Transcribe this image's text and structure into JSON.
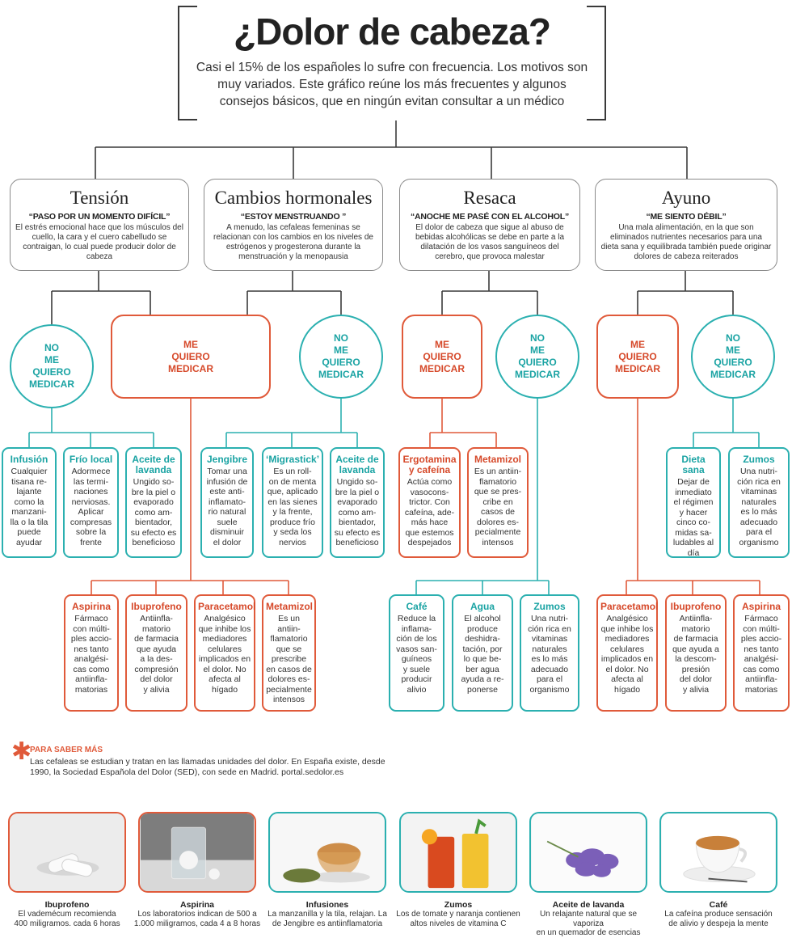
{
  "header": {
    "title": "¿Dolor de cabeza?",
    "subtitle": "Casi el 15% de los españoles lo sufre con frecuencia. Los motivos son muy variados. Este gráfico reúne los más frecuentes y algunos consejos básicos, que en ningún evitan consultar a un médico"
  },
  "categories": [
    {
      "name": "Tensión",
      "quote": "“PASO POR UN MOMENTO DIFÍCIL”",
      "desc": "El estrés emocional hace que los músculos del cuello, la cara y el cuero cabelludo se contraigan, lo cual puede producir dolor de cabeza"
    },
    {
      "name": "Cambios hormonales",
      "quote": "“ESTOY MENSTRUANDO ”",
      "desc": "A menudo, las cefaleas femeninas se relacionan con los cambios en los niveles de estrógenos y progesterona durante la menstruación y la menopausia"
    },
    {
      "name": "Resaca",
      "quote": "“ANOCHE ME PASÉ CON EL ALCOHOL”",
      "desc": "El dolor de cabeza que sigue al abuso de bebidas alcohólicas se debe en parte a la dilatación de los vasos sanguíneos del cerebro, que provoca malestar"
    },
    {
      "name": "Ayuno",
      "quote": "“ME SIENTO DÉBIL”",
      "desc": "Una mala alimentación, en la que son eliminados nutrientes necesarios para una dieta sana y equilibrada también puede originar dolores de cabeza reiterados"
    }
  ],
  "nodes": {
    "no_medicar": "NO\nME\nQUIERO\nMEDICAR",
    "si_medicar": "ME\nQUIERO\nMEDICAR"
  },
  "cards": [
    {
      "title": "Infusión",
      "text": "Cualquier\ntisana re-\nlajante\ncomo la\nmanzani-\nlla o la tila\npuede\nayudar"
    },
    {
      "title": "Frío local",
      "text": "Adormece\nlas termi-\nnaciones\nnerviosas.\nAplicar\ncompresas\nsobre la\nfrente"
    },
    {
      "title": "Aceite de\nlavanda",
      "text": "Ungido so-\nbre la piel o\nevaporado\ncomo am-\nbientador,\nsu efecto es\nbeneficioso"
    },
    {
      "title": "Jengibre",
      "text": "Tomar una\ninfusión de\neste anti-\ninflamato-\nrio natural\nsuele\ndisminuir\nel dolor"
    },
    {
      "title": "‘Migrastick’",
      "text": "Es un roll-\non de menta\nque, aplicado\nen las sienes\ny la frente,\nproduce frío\ny seda los\nnervios"
    },
    {
      "title": "Aceite de\nlavanda",
      "text": "Ungido so-\nbre la piel o\nevaporado\ncomo am-\nbientador,\nsu efecto es\nbeneficioso"
    },
    {
      "title": "Ergotamina\ny cafeína",
      "text": "Actúa como\nvasocons-\ntrictor. Con\ncafeína, ade-\nmás hace\nque estemos\ndespejados"
    },
    {
      "title": "Metamizol",
      "text": "Es un antiin-\nflamatorio\nque se pres-\ncribe en\ncasos de\ndolores es-\npecialmente\nintensos"
    },
    {
      "title": "Dieta sana",
      "text": "Dejar de\ninmediato\nel régimen\ny hacer\ncinco co-\nmidas sa-\nludables al\ndía"
    },
    {
      "title": "Zumos",
      "text": "Una nutri-\nción rica en\nvitaminas\nnaturales\nes lo más\nadecuado\npara el\norganismo"
    },
    {
      "title": "Aspirina",
      "text": "Fármaco\ncon múlti-\nples accio-\nnes tanto\nanalgési-\ncas como\nantiinfla-\nmatorias"
    },
    {
      "title": "Ibuprofeno",
      "text": "Antiinfla-\nmatorio\nde farmacia\nque ayuda\na la des-\ncompresión\ndel dolor\ny alivia"
    },
    {
      "title": "Paracetamol",
      "text": "Analgésico\nque inhibe los\nmediadores\ncelulares\nimplicados en\nel dolor. No\nafecta al\nhígado"
    },
    {
      "title": "Metamizol",
      "text": "Es un antiin-\nflamatorio\nque se\nprescribe\nen casos de\ndolores es-\npecialmente\nintensos"
    },
    {
      "title": "Café",
      "text": "Reduce la\ninflama-\nción de los\nvasos san-\nguíneos\ny suele\nproducir\nalivio"
    },
    {
      "title": "Agua",
      "text": "El alcohol\nproduce\ndeshidra-\ntación, por\nlo que be-\nber agua\nayuda a re-\nponerse"
    },
    {
      "title": "Zumos",
      "text": "Una nutri-\nción rica en\nvitaminas\nnaturales\nes lo más\nadecuado\npara el\norganismo"
    },
    {
      "title": "Paracetamol",
      "text": "Analgésico\nque inhibe los\nmediadores\ncelulares\nimplicados en\nel dolor. No\nafecta al\nhígado"
    },
    {
      "title": "Ibuprofeno",
      "text": "Antiinfla-\nmatorio\nde farmacia\nque ayuda a\nla descom-\npresión\ndel dolor\ny alivia"
    },
    {
      "title": "Aspirina",
      "text": "Fármaco\ncon múlti-\nples accio-\nnes tanto\nanalgési-\ncas como\nantiinfla-\nmatorias"
    }
  ],
  "more_info": {
    "title": "PARA SABER MÁS",
    "text": "Las cefaleas se estudian y tratan en las llamadas unidades del dolor. En España existe, desde 1990, la Sociedad Española del Dolor (SED), con sede en Madrid. portal.sedolor.es"
  },
  "photos": [
    {
      "title": "Ibuprofeno",
      "text": "El vademécum recomienda\n400 miligramos. cada 6 horas"
    },
    {
      "title": "Aspirina",
      "text": "Los laboratorios indican de 500 a\n1.000 miligramos, cada 4 a 8 horas"
    },
    {
      "title": "Infusiones",
      "text": "La manzanilla y la tila, relajan. La\nde Jengibre es antiinflamatoria"
    },
    {
      "title": "Zumos",
      "text": "Los de tomate y naranja contienen\naltos niveles de vitamina C"
    },
    {
      "title": "Aceite de lavanda",
      "text": "Un relajante natural que se vaporiza\nen un quemador de esencias"
    },
    {
      "title": "Café",
      "text": "La cafeína produce sensación\nde alivio y despeja la mente"
    }
  ],
  "colors": {
    "teal": "#2bb0b0",
    "orange": "#e05a3a",
    "line": "#3a3a3a"
  }
}
